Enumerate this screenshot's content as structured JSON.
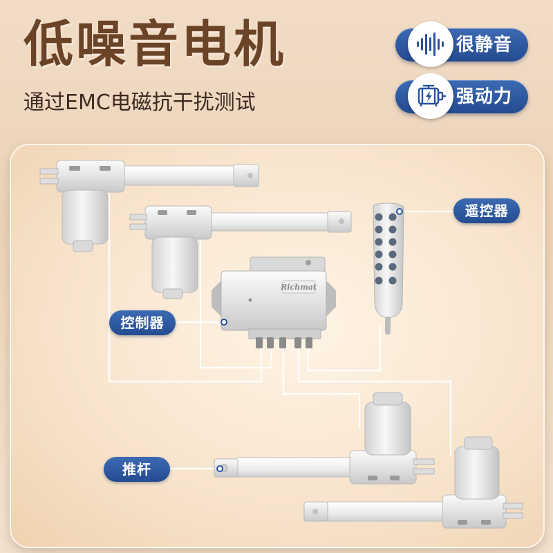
{
  "headline": "低噪音电机",
  "subline": "通过EMC电磁抗干扰测试",
  "features": [
    {
      "label": "很静音",
      "icon": "sound-wave-icon"
    },
    {
      "label": "强动力",
      "icon": "motor-icon"
    }
  ],
  "callouts": {
    "remote": "遥控器",
    "controller": "控制器",
    "rod": "推杆"
  },
  "controller_brand": "Richmat",
  "colors": {
    "headline": "#6b4326",
    "accent_blue": "#2b5299",
    "background": "#f1dcc6"
  }
}
